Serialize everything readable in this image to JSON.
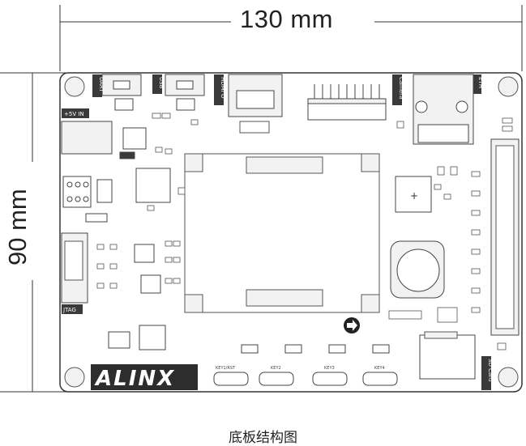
{
  "dimensions": {
    "width_label": "130 mm",
    "height_label": "90 mm"
  },
  "caption": "底板结构图",
  "board": {
    "brand": "ALINX",
    "labels": {
      "uart": "UART",
      "usb": "USB",
      "hdmi": "HDMI O",
      "camera": "Camera",
      "eth": "ETH",
      "power": "+5V IN",
      "jtag": "JTAG",
      "sd_card": "SD Card"
    },
    "keys": [
      "KEY1/RST",
      "KEY2",
      "KEY3",
      "KEY4"
    ]
  },
  "colors": {
    "outline": "#333333",
    "board_fill": "#ffffff",
    "component_fill": "#f2f2f2",
    "dark_part": "#3a3a3a"
  }
}
